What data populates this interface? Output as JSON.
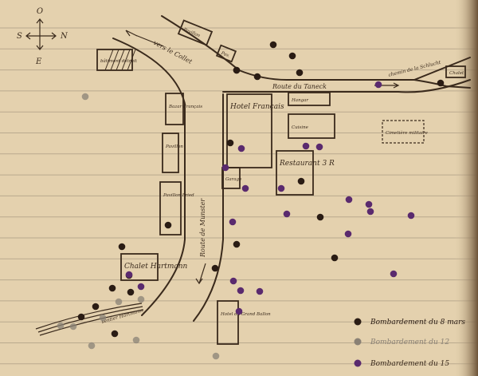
{
  "compass": {
    "north": "N",
    "south": "S",
    "east": "E",
    "west": "O"
  },
  "roads": {
    "collet": "vers le Collet",
    "taneck": "Route du Taneck",
    "chemin": "chemin de la Schlucht",
    "munster": "Route de Munster",
    "sentier": "sentier Hartmann"
  },
  "buildings": {
    "ruined": "bâtiment détruit",
    "pavillon_top": "Pavillon",
    "small_top": "Pav.",
    "hotel": "Hotel Français",
    "hangar": "Hangar",
    "cuisine": "Cuisine",
    "cimetiere": "Cimetière militaire",
    "restaurant": "Restaurant 3 R",
    "bazar": "Bazar Français",
    "pavillon_mid": "Pavillon",
    "pavillon_fried": "Pavillon Fried",
    "garage": "Garage",
    "chalet": "Chalet Hartmann",
    "hotel_ballon": "Hotel du Grand Ballon",
    "far_right": "Chalet"
  },
  "legend": [
    {
      "label": "Bombardement du 8 mars",
      "color": "#2a1c14"
    },
    {
      "label": "Bombardement du 12",
      "color": "#8a8175"
    },
    {
      "label": "Bombardement du 15",
      "color": "#5a2a6e"
    }
  ],
  "colors": {
    "paper": "#e4d1ae",
    "rule": "#b9a98e",
    "ink": "#3a2a1c"
  }
}
